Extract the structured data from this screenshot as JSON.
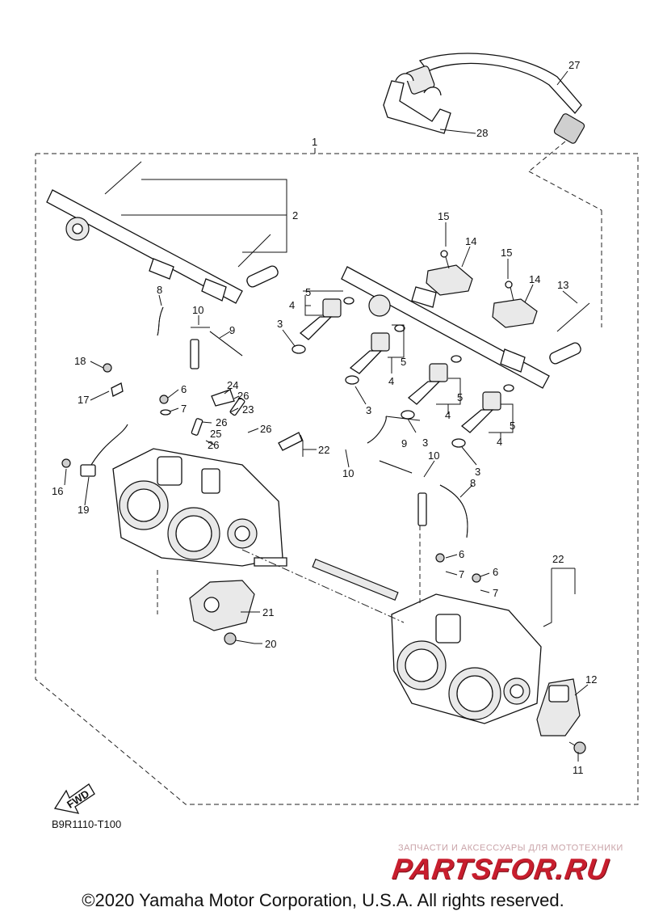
{
  "diagram": {
    "callouts": {
      "c1": "1",
      "c2": "2",
      "c3a": "3",
      "c3b": "3",
      "c3c": "3",
      "c3d": "3",
      "c4a": "4",
      "c4b": "4",
      "c4c": "4",
      "c4d": "4",
      "c5a": "5",
      "c5b": "5",
      "c5c": "5",
      "c5d": "5",
      "c6a": "6",
      "c6b": "6",
      "c6c": "6",
      "c7a": "7",
      "c7b": "7",
      "c7c": "7",
      "c8a": "8",
      "c8b": "8",
      "c9a": "9",
      "c9b": "9",
      "c10a": "10",
      "c10b": "10",
      "c10c": "10",
      "c11": "11",
      "c12": "12",
      "c13": "13",
      "c14a": "14",
      "c14b": "14",
      "c15a": "15",
      "c15b": "15",
      "c16": "16",
      "c17": "17",
      "c18": "18",
      "c19": "19",
      "c20": "20",
      "c21": "21",
      "c22a": "22",
      "c22b": "22",
      "c23": "23",
      "c24": "24",
      "c25": "25",
      "c26a": "26",
      "c26b": "26",
      "c26c": "26",
      "c26d": "26",
      "c27": "27",
      "c28": "28"
    },
    "fwd_label": "FWD"
  },
  "reference_code": "B9R1110-T100",
  "watermark": {
    "tagline": "ЗАПЧАСТИ И АКСЕССУАРЫ ДЛЯ МОТОТЕХНИКИ",
    "logo": "PARTSFOR.RU"
  },
  "copyright": "©2020 Yamaha Motor Corporation, U.S.A. All rights reserved."
}
